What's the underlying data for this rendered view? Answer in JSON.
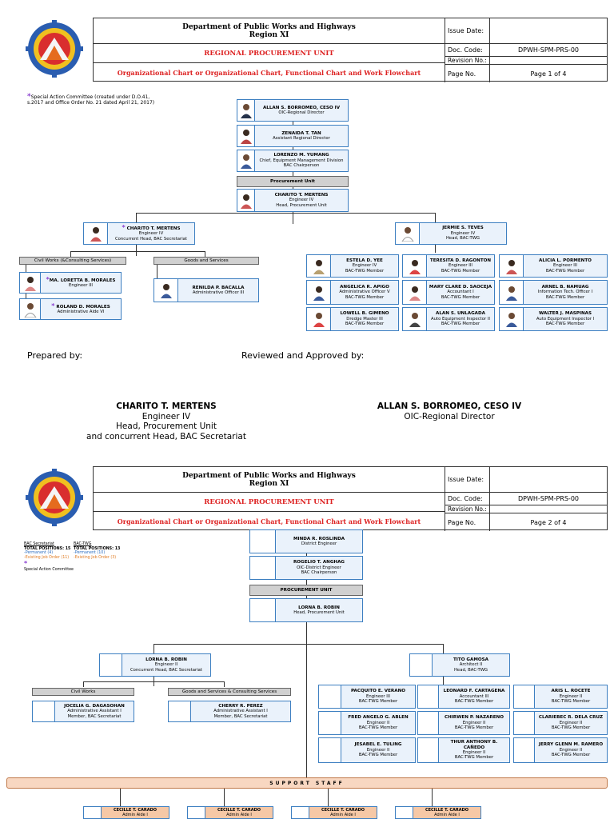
{
  "header": {
    "dept": "Department of Public Works and Highways",
    "region": "Region XI",
    "unit": "REGIONAL PROCUREMENT UNIT",
    "chart_title": "Organizational Chart or Organizational Chart, Functional Chart and Work Flowchart",
    "issue_date_label": "Issue Date:",
    "doc_code_label": "Doc. Code:",
    "doc_code": "DPWH-SPM-PRS-00",
    "revision_label": "Revision No.:",
    "page_label": "Page No.",
    "page1": "Page 1 of 4",
    "page2": "Page 2 of 4"
  },
  "p1": {
    "note": "Special Action Committee (created under D.O.41, s.2017 and Office Order No. 21 dated April 21, 2017)",
    "top": [
      {
        "name": "ALLAN S. BORROMEO, CESO IV",
        "l1": "OIC-Regional Director",
        "l2": ""
      },
      {
        "name": "ZENAIDA T. TAN",
        "l1": "Assistant Regional Director",
        "l2": ""
      },
      {
        "name": "LORENZO M. YUMANG",
        "l1": "Chief, Equipment Management Division",
        "l2": "BAC Chairperson"
      }
    ],
    "pu_bar": "Procurement Unit",
    "head": {
      "name": "CHARITO T. MERTENS",
      "l1": "Engineer IV",
      "l2": "Head, Procurement Unit"
    },
    "left": {
      "name": "CHARITO T. MERTENS",
      "l1": "Engineer IV",
      "l2": "Concurrent Head, BAC Secretariat"
    },
    "right": {
      "name": "JERMIE S. TEVES",
      "l1": "Engineer IV",
      "l2": "Head, BAC-TWG"
    },
    "cw_bar": "Civil Works (&Consulting Services)",
    "gs_bar": "Goods and Services",
    "cw1": {
      "name": "MA. LORETTA B. MORALES",
      "l1": "Engineer III"
    },
    "cw2": {
      "name": "ROLAND D. MORALES",
      "l1": "Administrative Aide VI"
    },
    "gs1": {
      "name": "RENILDA P. BACALLA",
      "l1": "Administrative Officer III"
    },
    "twg": [
      {
        "name": "ESTELA D. YEE",
        "l1": "Engineer IV",
        "l2": "BAC-TWG Member"
      },
      {
        "name": "TERESITA D. RAGONTON",
        "l1": "Engineer III",
        "l2": "BAC-TWG Member"
      },
      {
        "name": "ALICIA L. PORMENTO",
        "l1": "Engineer III",
        "l2": "BAC-TWG Member"
      },
      {
        "name": "ANGELICA R. APIGO",
        "l1": "Administrative Officer V",
        "l2": "BAC-TWG Member"
      },
      {
        "name": "MARY CLARE D. SAOCEJA",
        "l1": "Accountant I",
        "l2": "BAC-TWG Member"
      },
      {
        "name": "ARNEL B. NAMUAG",
        "l1": "Information Tech. Officer I",
        "l2": "BAC-TWG Member"
      },
      {
        "name": "LOWELL B. GIMENO",
        "l1": "Dredge Master III",
        "l2": "BAC-TWG Member"
      },
      {
        "name": "ALAN S. UNLAGADA",
        "l1": "Auto Equipment Inspector II",
        "l2": "BAC-TWG Member"
      },
      {
        "name": "WALTER J. MASPINAS",
        "l1": "Auto Equipment Inspector I",
        "l2": "BAC-TWG Member"
      }
    ],
    "prepared_by": "Prepared by:",
    "reviewed_by": "Reviewed and Approved by:",
    "sig1": {
      "name": "CHARITO T. MERTENS",
      "l1": "Engineer IV",
      "l2": "Head, Procurement Unit",
      "l3": "and concurrent Head, BAC Secretariat"
    },
    "sig2": {
      "name": "ALLAN S. BORROMEO, CESO IV",
      "l1": "OIC-Regional Director"
    }
  },
  "p2": {
    "legend": {
      "bac_sec": "BAC Secretariat",
      "bac_sec_total": "TOTAL POSITIONS: 15",
      "bac_sec_perm": "-Permanent (4)",
      "bac_sec_jo": "-Existing Job Order (11)",
      "bac_twg": "BAC-TWG",
      "bac_twg_total": "TOTAL POSITIONS: 13",
      "bac_twg_perm": "-Permanent (10)",
      "bac_twg_jo": "-Existing Job Order (3)",
      "sac": "Special Action Committee"
    },
    "top": [
      {
        "name": "MINDA R. ROSLINDA",
        "l1": "District Engineer",
        "l2": ""
      },
      {
        "name": "ROGELIO T. ANGHAG",
        "l1": "OIC-District Engineer",
        "l2": "BAC Chairperson"
      }
    ],
    "pu_bar": "PROCUREMENT UNIT",
    "head": {
      "name": "LORNA B. ROBIN",
      "l1": "Head, Procurement Unit",
      "l2": ""
    },
    "left": {
      "name": "LORNA B. ROBIN",
      "l1": "Engineer II",
      "l2": "Concurrent Head, BAC Secretariat"
    },
    "right": {
      "name": "TITO GAMOSA",
      "l1": "Architect II",
      "l2": "Head, BAC-TWG"
    },
    "cw_bar": "Civil Works",
    "gs_bar": "Goods and Services & Consulting Services",
    "cw1": {
      "name": "JOCELIA G. DAGASOHAN",
      "l1": "Administrative Assistant I",
      "l2": "Member, BAC Secretariat"
    },
    "gs1": {
      "name": "CHERRY R. PEREZ",
      "l1": "Administrative Assistant I",
      "l2": "Member, BAC Secretariat"
    },
    "twg": [
      {
        "name": "PACQUITO E. VERANO",
        "l1": "Engineer III",
        "l2": "BAC-TWG Member"
      },
      {
        "name": "LEONARD F. CARTAGENA",
        "l1": "Accountant III",
        "l2": "BAC-TWG Member"
      },
      {
        "name": "ARIS L. ROCETE",
        "l1": "Engineer II",
        "l2": "BAC-TWG Member"
      },
      {
        "name": "FRED ANGELO G. ABLEN",
        "l1": "Engineer II",
        "l2": "BAC-TWG Member"
      },
      {
        "name": "CHIRWEN P. NAZARENO",
        "l1": "Engineer II",
        "l2": "BAC-TWG Member"
      },
      {
        "name": "CLARIEBEC R. DELA CRUZ",
        "l1": "Engineer II",
        "l2": "BAC-TWG Member"
      },
      {
        "name": "JESABEL E. TULING",
        "l1": "Engineer II",
        "l2": "BAC-TWG Member"
      },
      {
        "name": "THUR ANTHONY B. CAÑEDO",
        "l1": "Engineer II",
        "l2": "BAC-TWG Member"
      },
      {
        "name": "JERRY GLENN M. RAMERO",
        "l1": "Engineer II",
        "l2": "BAC-TWG Member"
      }
    ],
    "support_bar": "SUPPORT STAFF",
    "support": [
      {
        "name": "CECILLE T. CARADO",
        "l1": "Admin Aide I"
      },
      {
        "name": "CECILLE T. CARADO",
        "l1": "Admin Aide I"
      },
      {
        "name": "CECILLE T. CARADO",
        "l1": "Admin Aide I"
      },
      {
        "name": "CECILLE T. CARADO",
        "l1": "Admin Aide I"
      }
    ]
  }
}
